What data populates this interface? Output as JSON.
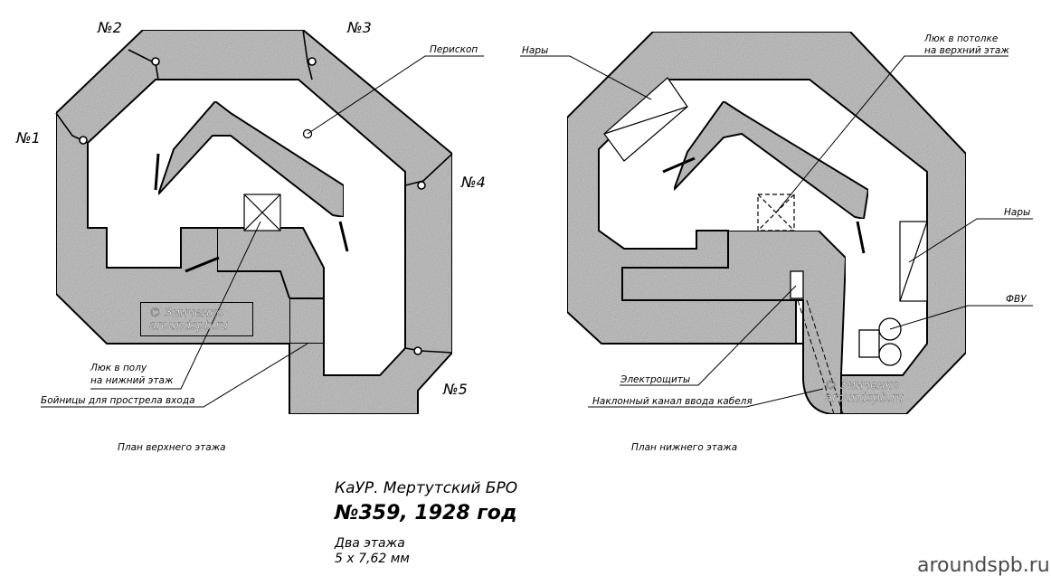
{
  "upper_plan": {
    "caption": "План верхнего этажа",
    "embrasures": [
      "№1",
      "№2",
      "№3",
      "№4",
      "№5"
    ],
    "periscope_label": "Перископ",
    "hatch_label_line1": "Люк в полу",
    "hatch_label_line2": "на нижний этаж",
    "loopholes_label": "Бойницы для прострела входа",
    "watermark_line1": "© Зинченко",
    "watermark_line2": "aroundspb.ru"
  },
  "lower_plan": {
    "caption": "План нижнего этажа",
    "bunks_label_1": "Нары",
    "bunks_label_2": "Нары",
    "hatch_label_line1": "Люк в потолке",
    "hatch_label_line2": "на верхний этаж",
    "fvu_label": "ФВУ",
    "switchboards_label": "Электрощиты",
    "cable_label": "Наклонный канал ввода кабеля",
    "watermark_line1": "© Зинченко",
    "watermark_line2": "aroundspb.ru"
  },
  "title_block": {
    "line1": "КаУР. Мертутский БРО",
    "line2": "№359, 1928 год",
    "line3": "Два этажа",
    "line4": "5 х 7,62 мм"
  },
  "site": "aroundspb.ru"
}
